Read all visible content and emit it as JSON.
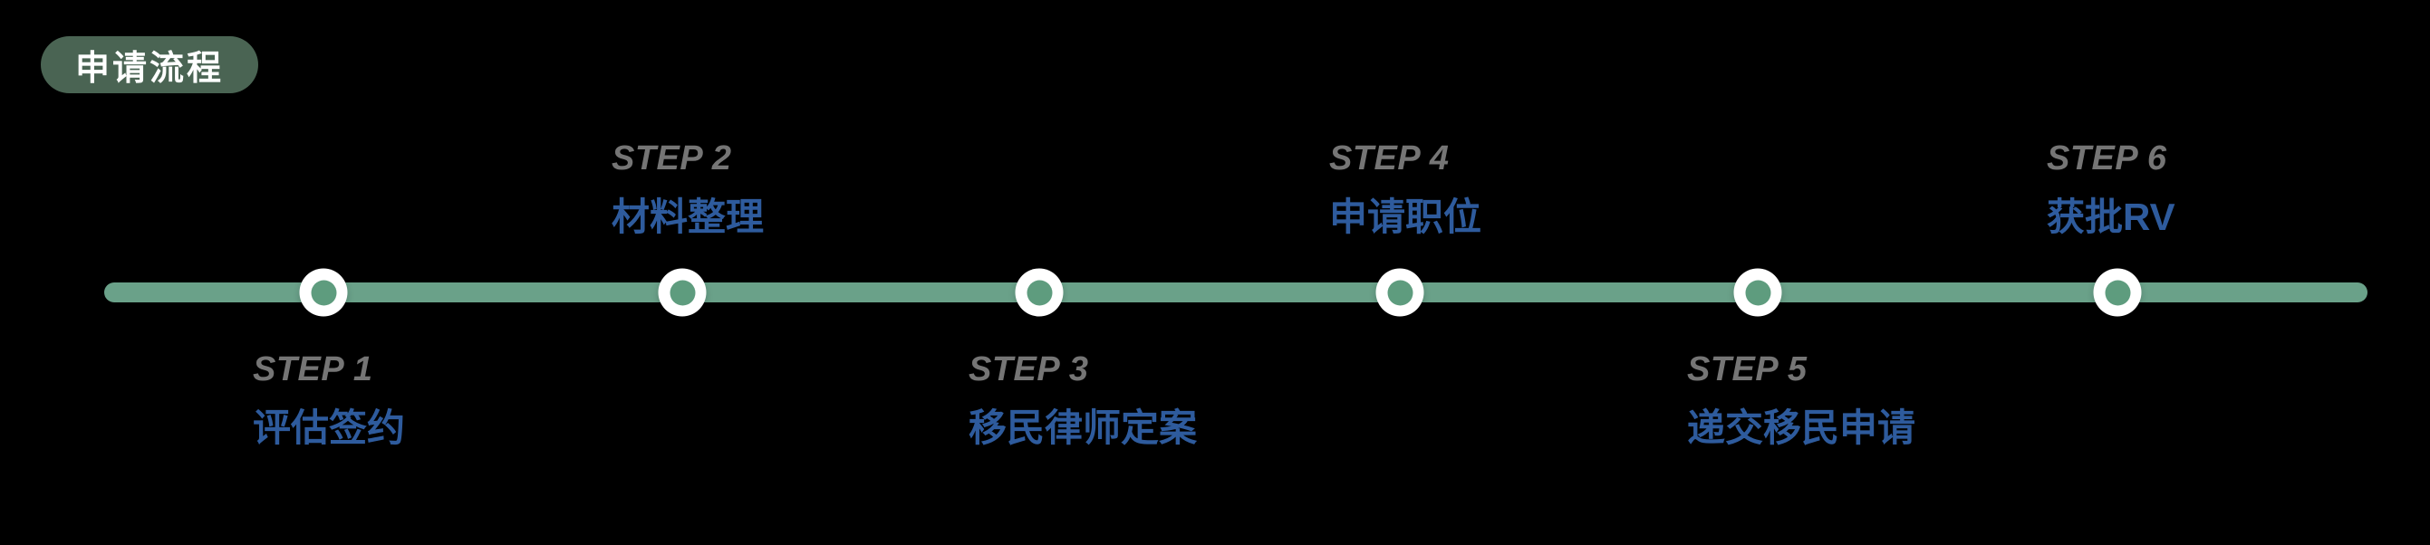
{
  "badge": {
    "label": "申请流程"
  },
  "timeline": {
    "steps": [
      {
        "step": "STEP 1",
        "label": "评估签约",
        "position": "below"
      },
      {
        "step": "STEP 2",
        "label": "材料整理",
        "position": "above"
      },
      {
        "step": "STEP 3",
        "label": "移民律师定案",
        "position": "below"
      },
      {
        "step": "STEP 4",
        "label": "申请职位",
        "position": "above"
      },
      {
        "step": "STEP 5",
        "label": "递交移民申请",
        "position": "below"
      },
      {
        "step": "STEP 6",
        "label": "获批RV",
        "position": "above"
      }
    ]
  },
  "colors": {
    "background": "#000000",
    "badge_background": "#4A6453",
    "badge_text": "#FFFFFF",
    "timeline_green": "#6AA189",
    "node_dot_green": "#5E9C7E",
    "node_ring_white": "#FFFFFF",
    "step_name_gray": "#757575",
    "step_label_blue": "#2E5B9D"
  }
}
